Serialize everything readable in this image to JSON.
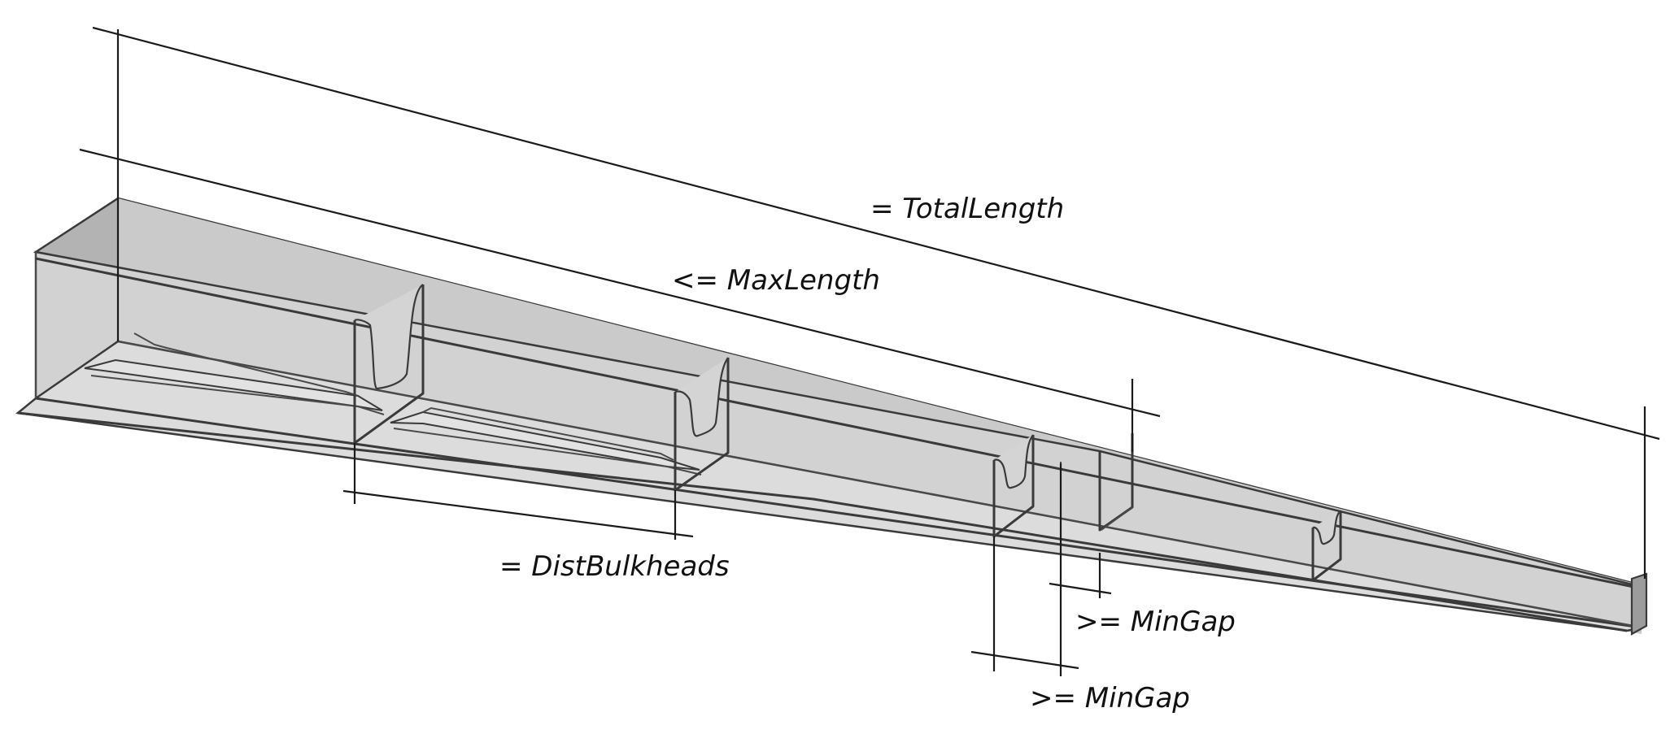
{
  "diagram": {
    "labels": {
      "total_length": "= TotalLength",
      "max_length": "<= MaxLength",
      "dist_bulkheads": "= DistBulkheads",
      "min_gap_upper": ">= MinGap",
      "min_gap_lower": ">= MinGap"
    },
    "colors": {
      "background": "#ffffff",
      "beam_top": "#a9a9a9",
      "beam_side": "#cfcfcf",
      "beam_bottom": "#dedede",
      "beam_dark": "#6e6e6e",
      "lines": "#1a1a1a"
    }
  }
}
